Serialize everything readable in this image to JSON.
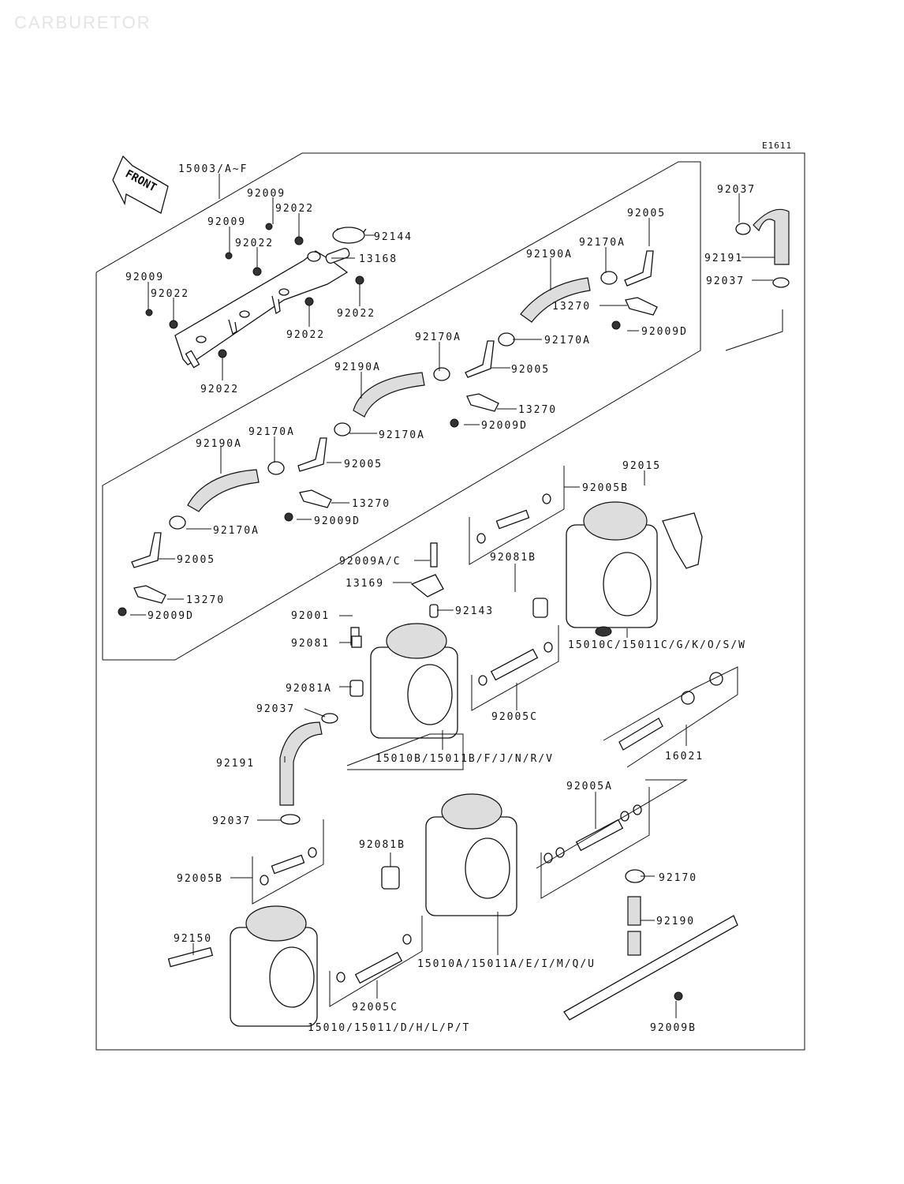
{
  "watermark": "CARBURETOR",
  "drawing_code": "E1611",
  "front_label": "FRONT",
  "labels": [
    {
      "id": "l01",
      "text": "15003/A~F"
    },
    {
      "id": "l02",
      "text": "92009"
    },
    {
      "id": "l03",
      "text": "92022"
    },
    {
      "id": "l04",
      "text": "92009"
    },
    {
      "id": "l05",
      "text": "92144"
    },
    {
      "id": "l06",
      "text": "92022"
    },
    {
      "id": "l07",
      "text": "13168"
    },
    {
      "id": "l08",
      "text": "92009"
    },
    {
      "id": "l09",
      "text": "92022"
    },
    {
      "id": "l10",
      "text": "92022"
    },
    {
      "id": "l11",
      "text": "92022"
    },
    {
      "id": "l12",
      "text": "92022"
    },
    {
      "id": "l13",
      "text": "92037"
    },
    {
      "id": "l14",
      "text": "92005"
    },
    {
      "id": "l15",
      "text": "92191"
    },
    {
      "id": "l16",
      "text": "92170A"
    },
    {
      "id": "l17",
      "text": "92190A"
    },
    {
      "id": "l18",
      "text": "92037"
    },
    {
      "id": "l19",
      "text": "13270"
    },
    {
      "id": "l20",
      "text": "92009D"
    },
    {
      "id": "l21",
      "text": "92170A"
    },
    {
      "id": "l22",
      "text": "92170A"
    },
    {
      "id": "l23",
      "text": "92005"
    },
    {
      "id": "l24",
      "text": "92190A"
    },
    {
      "id": "l25",
      "text": "13270"
    },
    {
      "id": "l26",
      "text": "92009D"
    },
    {
      "id": "l27",
      "text": "92170A"
    },
    {
      "id": "l28",
      "text": "92190A"
    },
    {
      "id": "l29",
      "text": "92170A"
    },
    {
      "id": "l30",
      "text": "92005"
    },
    {
      "id": "l31",
      "text": "92015"
    },
    {
      "id": "l32",
      "text": "13270"
    },
    {
      "id": "l33",
      "text": "92005B"
    },
    {
      "id": "l34",
      "text": "92009D"
    },
    {
      "id": "l35",
      "text": "92170A"
    },
    {
      "id": "l36",
      "text": "92005"
    },
    {
      "id": "l37",
      "text": "92009A/C"
    },
    {
      "id": "l38",
      "text": "92081B"
    },
    {
      "id": "l39",
      "text": "13169"
    },
    {
      "id": "l40",
      "text": "13270"
    },
    {
      "id": "l41",
      "text": "92009D"
    },
    {
      "id": "l42",
      "text": "92001"
    },
    {
      "id": "l43",
      "text": "92143"
    },
    {
      "id": "l44",
      "text": "92081"
    },
    {
      "id": "l45",
      "text": "15010C/15011C/G/K/O/S/W"
    },
    {
      "id": "l46",
      "text": "92081A"
    },
    {
      "id": "l47",
      "text": "92037"
    },
    {
      "id": "l48",
      "text": "92005C"
    },
    {
      "id": "l49",
      "text": "92191"
    },
    {
      "id": "l50",
      "text": "15010B/15011B/F/J/N/R/V"
    },
    {
      "id": "l51",
      "text": "16021"
    },
    {
      "id": "l52",
      "text": "92005A"
    },
    {
      "id": "l53",
      "text": "92037"
    },
    {
      "id": "l54",
      "text": "92081B"
    },
    {
      "id": "l55",
      "text": "92005B"
    },
    {
      "id": "l56",
      "text": "92170"
    },
    {
      "id": "l57",
      "text": "92190"
    },
    {
      "id": "l58",
      "text": "92150"
    },
    {
      "id": "l59",
      "text": "15010A/15011A/E/I/M/Q/U"
    },
    {
      "id": "l60",
      "text": "92005C"
    },
    {
      "id": "l61",
      "text": "92009B"
    },
    {
      "id": "l62",
      "text": "15010/15011/D/H/L/P/T"
    }
  ]
}
